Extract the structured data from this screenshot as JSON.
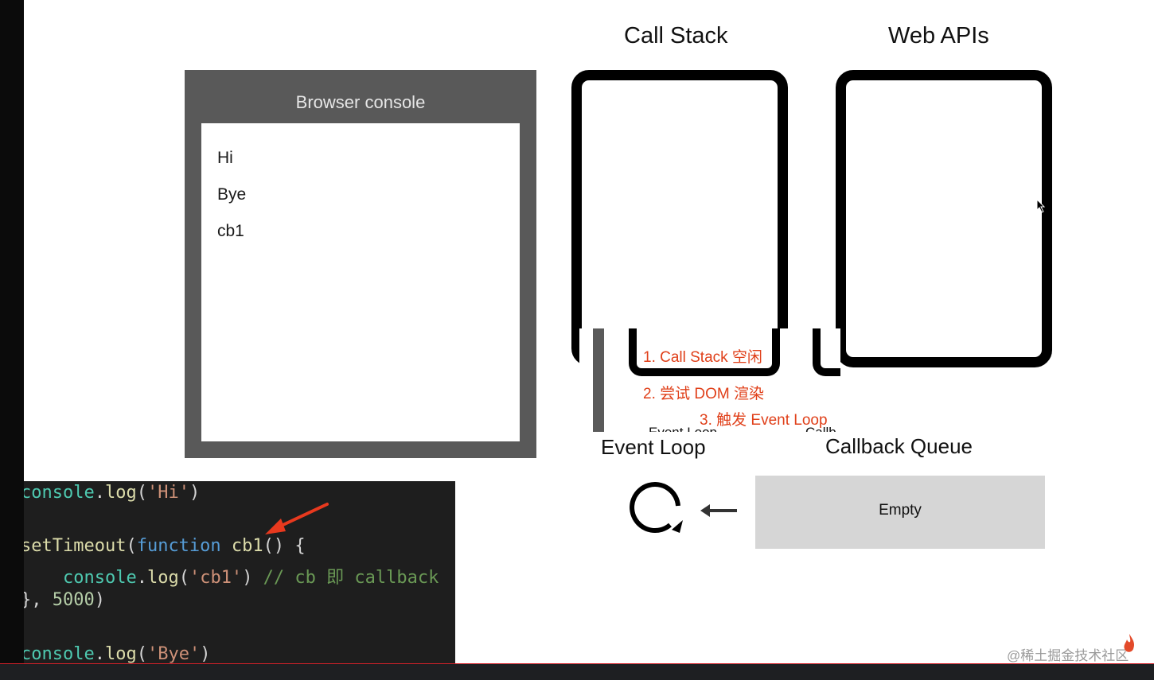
{
  "console": {
    "title": "Browser console",
    "lines": [
      "Hi",
      "Bye",
      "cb1"
    ]
  },
  "headings": {
    "call_stack": "Call Stack",
    "web_apis": "Web APIs"
  },
  "overlay": {
    "steps": [
      "1. Call Stack 空闲",
      "2. 尝试 DOM 渲染",
      "3. 触发 Event Loop"
    ],
    "cut_left": "Event Loop",
    "cut_right": "Callb"
  },
  "labels": {
    "event_loop": "Event Loop",
    "callback_queue": "Callback Queue"
  },
  "queue": {
    "text": "Empty"
  },
  "code": {
    "l1_obj": "console",
    "l1_dot": ".",
    "l1_fn": "log",
    "l1_open": "(",
    "l1_str": "'Hi'",
    "l1_close": ")",
    "l2_fn": "setTimeout",
    "l2_open": "(",
    "l2_kw": "function",
    "l2_name": " cb1",
    "l2_rest": "() {",
    "l3_indent": "    ",
    "l3_obj": "console",
    "l3_dot": ".",
    "l3_fn": "log",
    "l3_open": "(",
    "l3_str": "'cb1'",
    "l3_close": ")",
    "l3_com": " // cb 即 callback",
    "l4_open": "}, ",
    "l4_num": "5000",
    "l4_close": ")",
    "l5_obj": "console",
    "l5_dot": ".",
    "l5_fn": "log",
    "l5_open": "(",
    "l5_str": "'Bye'",
    "l5_close": ")"
  },
  "watermark": "@稀土掘金技术社区",
  "colors": {
    "accent": "#e0401a",
    "console_frame": "#595959",
    "queue_bg": "#d6d6d6",
    "code_bg": "#1e1e1e"
  }
}
